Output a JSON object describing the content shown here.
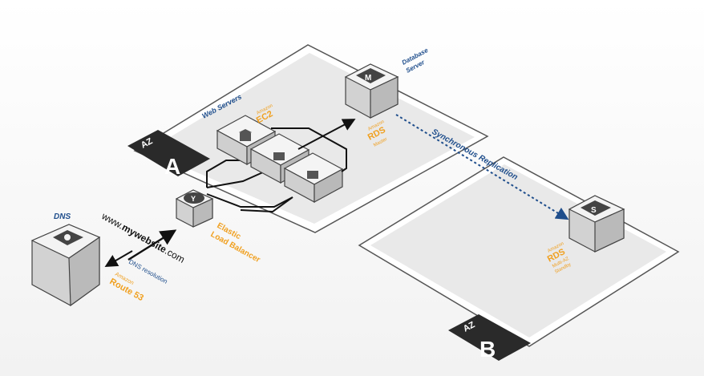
{
  "zones": {
    "a": {
      "prefix": "AZ",
      "letter": "A"
    },
    "b": {
      "prefix": "AZ",
      "letter": "B"
    }
  },
  "dns": {
    "title": "DNS",
    "service_prefix": "Amazon",
    "service_name": "Route 53",
    "resolution_label": "DNS resolution"
  },
  "website": {
    "pre": "www.",
    "bold": "mywebsite",
    "post": ".com"
  },
  "load_balancer": {
    "line1": "Elastic",
    "line2": "Load Balancer",
    "icon_glyph": "Y"
  },
  "web_servers": {
    "title": "Web Servers",
    "service_prefix": "Amazon",
    "service_name": "EC2"
  },
  "database": {
    "title_line1": "Database",
    "title_line2": "Server",
    "master": {
      "service_prefix": "Amazon",
      "service_name": "RDS",
      "role": "Master",
      "icon_glyph": "M"
    },
    "standby": {
      "service_prefix": "Amazon",
      "service_name": "RDS",
      "role_line1": "Multi-AZ",
      "role_line2": "Standby",
      "icon_glyph": "S"
    }
  },
  "replication_label": "Synchronous Replication",
  "icons": {
    "dns": "apple-icon",
    "load_balancer": "load-balancer-icon",
    "db_master": "database-master-icon",
    "db_standby": "database-standby-icon"
  },
  "colors": {
    "accent_orange": "#f0a020",
    "label_blue": "#1f4e8c",
    "zone_fill": "#ececec",
    "zone_border": "#555555",
    "badge_dark": "#2a2a2a"
  }
}
